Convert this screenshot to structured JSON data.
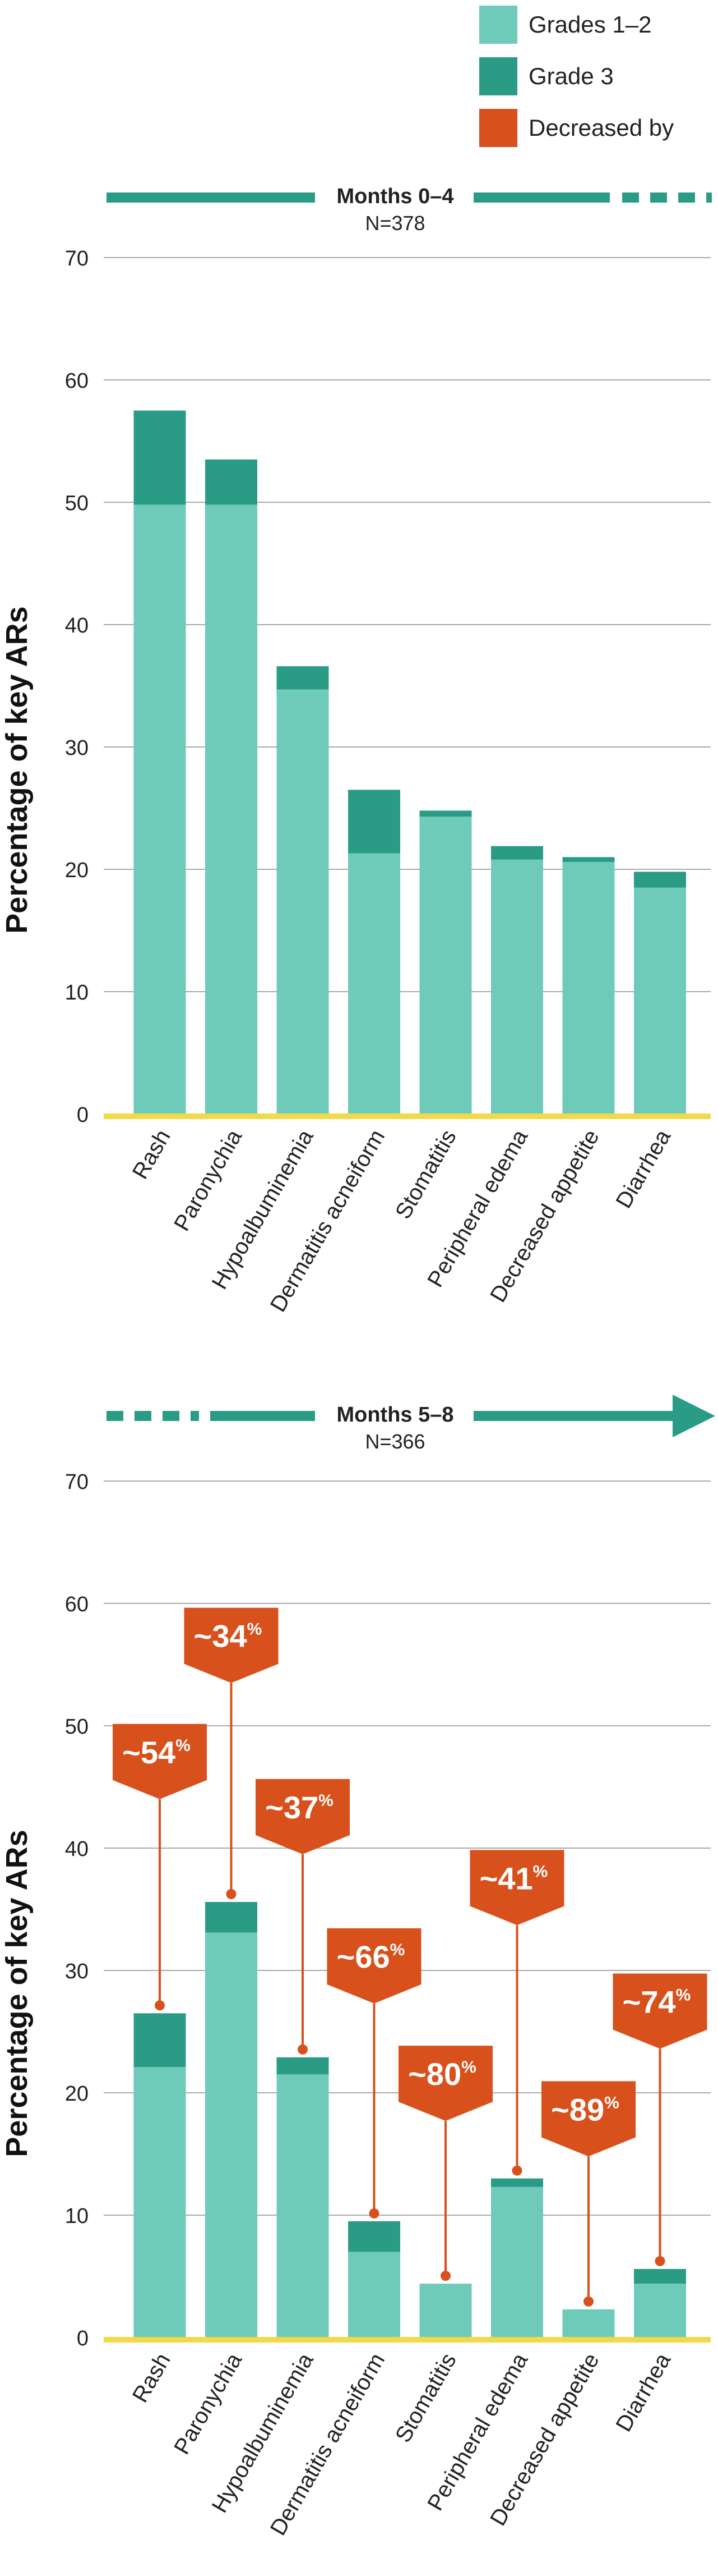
{
  "colors": {
    "grades12": "#6ecbba",
    "grade3": "#2a9c86",
    "decreased": "#d8501c",
    "axis": "#f0d94a",
    "grid": "#aaaaaa",
    "text": "#222222",
    "arrow": "#2a9c86"
  },
  "legend": [
    {
      "label": "Grades 1–2",
      "color": "#6ecbba"
    },
    {
      "label": "Grade 3",
      "color": "#2a9c86"
    },
    {
      "label": "Decreased by",
      "color": "#d8501c"
    }
  ],
  "chart_data": [
    {
      "type": "bar",
      "stacked": true,
      "period": "Months 0–4",
      "n": "N=378",
      "ylabel": "Percentage of key ARs",
      "ylim": [
        0,
        70
      ],
      "yticks": [
        0,
        10,
        20,
        30,
        40,
        50,
        60,
        70
      ],
      "grid": true,
      "categories": [
        "Rash",
        "Paronychia",
        "Hypoalbuminemia",
        "Dermatitis acneiform",
        "Stomatitis",
        "Peripheral edema",
        "Decreased appetite",
        "Diarrhea"
      ],
      "series": [
        {
          "name": "Grades 1–2",
          "values": [
            49.8,
            49.8,
            34.7,
            21.3,
            24.3,
            20.8,
            20.6,
            18.5
          ]
        },
        {
          "name": "Grade 3",
          "values": [
            7.7,
            3.7,
            1.9,
            5.2,
            0.5,
            1.1,
            0.4,
            1.3
          ]
        }
      ]
    },
    {
      "type": "bar",
      "stacked": true,
      "period": "Months 5–8",
      "n": "N=366",
      "ylabel": "Percentage of key ARs",
      "ylim": [
        0,
        70
      ],
      "yticks": [
        0,
        10,
        20,
        30,
        40,
        50,
        60,
        70
      ],
      "grid": true,
      "categories": [
        "Rash",
        "Paronychia",
        "Hypoalbuminemia",
        "Dermatitis acneiform",
        "Stomatitis",
        "Peripheral edema",
        "Decreased appetite",
        "Diarrhea"
      ],
      "series": [
        {
          "name": "Grades 1–2",
          "values": [
            22.1,
            33.1,
            21.5,
            7.0,
            4.4,
            12.3,
            2.3,
            4.4
          ]
        },
        {
          "name": "Grade 3",
          "values": [
            4.4,
            2.5,
            1.4,
            2.5,
            0,
            0.7,
            0,
            1.2
          ]
        }
      ],
      "annotations": [
        {
          "category": "Rash",
          "label": "~54",
          "suffix": "%",
          "y": 44
        },
        {
          "category": "Paronychia",
          "label": "~34",
          "suffix": "%",
          "y": 53.5
        },
        {
          "category": "Hypoalbuminemia",
          "label": "~37",
          "suffix": "%",
          "y": 39.5
        },
        {
          "category": "Dermatitis acneiform",
          "label": "~66",
          "suffix": "%",
          "y": 27.3
        },
        {
          "category": "Stomatitis",
          "label": "~80",
          "suffix": "%",
          "y": 17.7
        },
        {
          "category": "Peripheral edema",
          "label": "~41",
          "suffix": "%",
          "y": 33.7
        },
        {
          "category": "Decreased appetite",
          "label": "~89",
          "suffix": "%",
          "y": 14.8
        },
        {
          "category": "Diarrhea",
          "label": "~74",
          "suffix": "%",
          "y": 23.6
        }
      ]
    }
  ]
}
